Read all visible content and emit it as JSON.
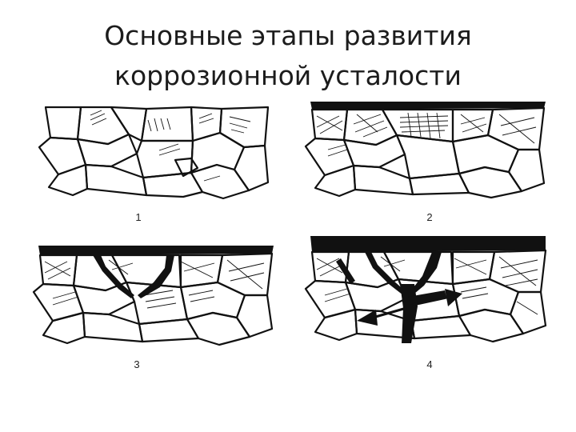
{
  "title": {
    "line1": "Основные этапы развития",
    "line2": "коррозионной усталости"
  },
  "stages": [
    {
      "label": "1"
    },
    {
      "label": "2"
    },
    {
      "label": "3"
    },
    {
      "label": "4"
    }
  ],
  "colors": {
    "ink": "#111111",
    "background": "#ffffff"
  }
}
